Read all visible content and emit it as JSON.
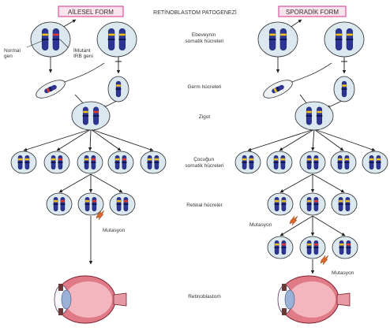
{
  "title": "RETİNOBLASTOM PATOGENEZİ",
  "left_form_label": "AİLESEL FORM",
  "right_form_label": "SPORADİK FORM",
  "stages": {
    "parents": [
      "Ebeveynin",
      "somatik hücreleri"
    ],
    "germ": "Germ hücreleri",
    "zygote": "Zigot",
    "child": [
      "Çocuğun",
      "somatik hücreleri"
    ],
    "retinal": "Retinal hücreler",
    "tumor": "Retinoblastom"
  },
  "annotations": {
    "normal_gen": [
      "Normal",
      "gen"
    ],
    "mutant_gen": [
      "İMutant",
      "IRB geni"
    ],
    "mutation": "Mutasyon"
  },
  "colors": {
    "cell_fill": "#dce8ef",
    "cell_stroke": "#2b2b2b",
    "chromosome": "#2d3594",
    "chromosome_dark": "#1c2270",
    "normal_band": "#f2c21b",
    "mutant_band": "#e23a2a",
    "arrow": "#222222",
    "label_box_border": "#d6338a",
    "label_box_fill": "#fbe3ee",
    "eye_sclera": "#e07a86",
    "eye_inner": "#f4b6be",
    "lightning": "#d8662a",
    "sperm": "#eef2f5"
  }
}
